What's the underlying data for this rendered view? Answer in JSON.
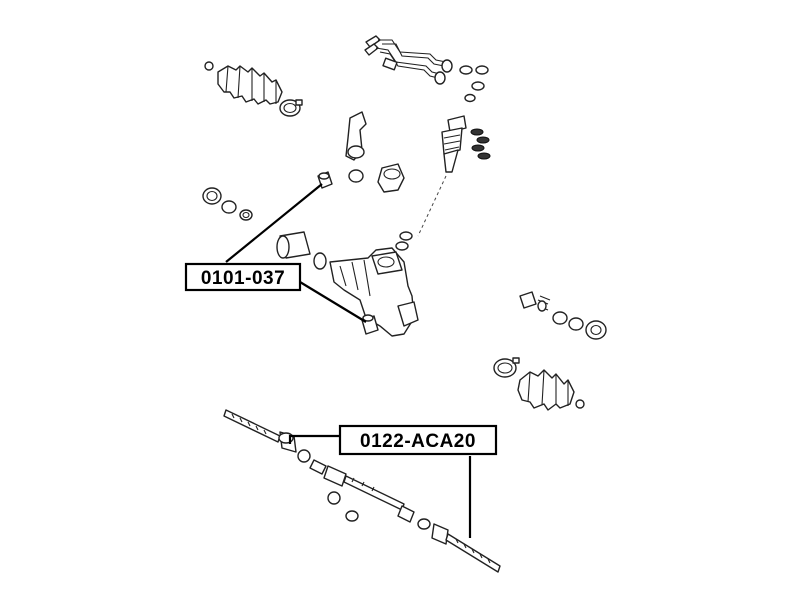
{
  "callouts": [
    {
      "id": "part-0101-037",
      "text": "0101-037"
    },
    {
      "id": "part-0122-ACA20",
      "text": "0122-ACA20"
    }
  ],
  "colors": {
    "line": "#000000",
    "background": "#ffffff"
  }
}
